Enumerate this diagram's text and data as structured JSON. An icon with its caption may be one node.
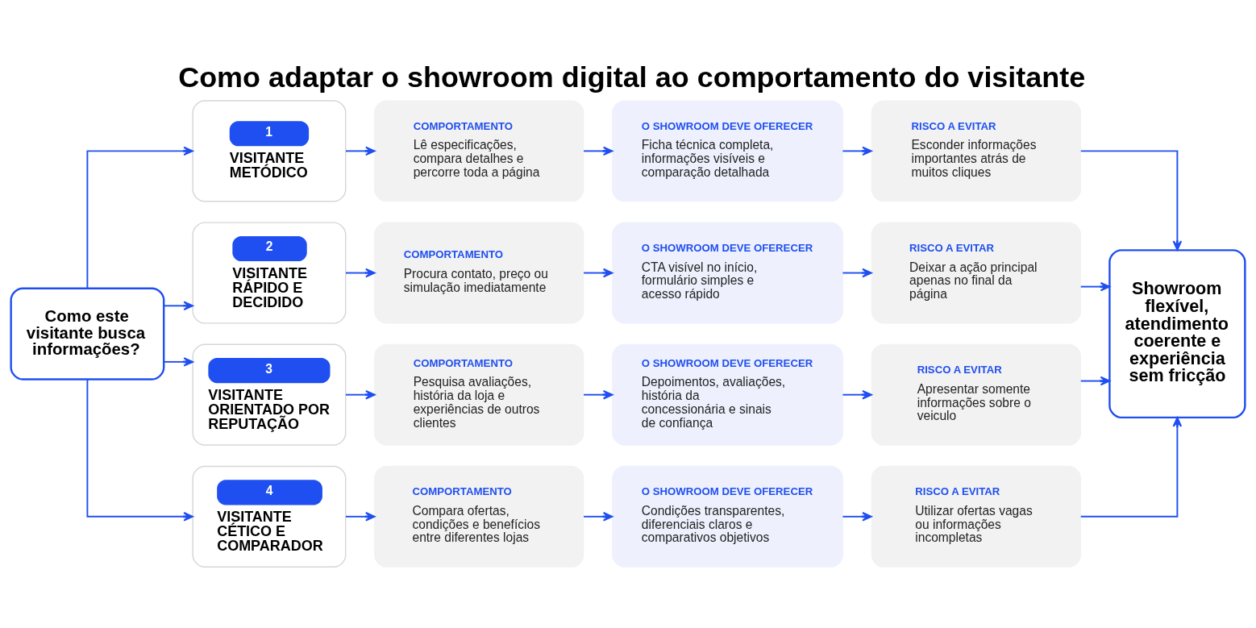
{
  "diagram": {
    "title": "Como adaptar o showroom digital ao comportamento do visitante",
    "nodes": [
      {
        "text": [
          "Como este visitante busca informações?"
        ]
      },
      {
        "text": [
          "1",
          "VISITANTE METÓDICO"
        ]
      },
      {
        "text": [
          "COMPORTAMENTO",
          "Lê especificações, compara detalhes e percorre toda a página"
        ]
      },
      {
        "text": [
          "O SHOWROOM DEVE OFERECER",
          "Ficha técnica completa, informações visíveis e comparação detalhada"
        ]
      },
      {
        "text": [
          "RISCO A EVITAR",
          "Esconder informações importantes atrás de muitos cliques"
        ]
      },
      {
        "text": [
          "2",
          "VISITANTE RÁPIDO E DECIDIDO"
        ]
      },
      {
        "text": [
          "COMPORTAMENTO",
          "Procura contato, preço ou simulação imediatamente"
        ]
      },
      {
        "text": [
          "O SHOWROOM DEVE OFERECER",
          "CTA visível no início, formulário simples e acesso rápido"
        ]
      },
      {
        "text": [
          "RISCO A EVITAR",
          "Deixar a ação principal apenas no final da página"
        ]
      },
      {
        "text": [
          "3",
          "VISITANTE ORIENTADO POR REPUTAÇÃO"
        ]
      },
      {
        "text": [
          "COMPORTAMENTO",
          "Pesquisa avaliações, história da loja e experiências de outros clientes"
        ]
      },
      {
        "text": [
          "O SHOWROOM DEVE OFERECER",
          "Depoimentos, avaliações, história da concessionária e sinais de confiança"
        ]
      },
      {
        "text": [
          "RISCO A EVITAR",
          "Apresentar somente informações sobre o veiculo"
        ]
      },
      {
        "text": [
          "4",
          "VISITANTE CÉTICO E COMPARADOR"
        ]
      },
      {
        "text": [
          "COMPORTAMENTO",
          "Compara ofertas, condições e benefícios entre diferentes lojas"
        ]
      },
      {
        "text": [
          "O SHOWROOM DEVE OFERECER",
          "Condições transparentes, diferenciais claros e comparativos objetivos"
        ]
      },
      {
        "text": [
          "RISCO A EVITAR",
          "Utilizar ofertas vagas ou informações incompletas"
        ]
      },
      {
        "text": [
          "Showroom flexível, atendimento coerente e experiência sem fricção"
        ]
      }
    ],
    "edges": [
      {
        "from": 0,
        "to": 1,
        "arrow": "to"
      },
      {
        "from": 0,
        "to": 5,
        "arrow": "to"
      },
      {
        "from": 0,
        "to": 9,
        "arrow": "to"
      },
      {
        "from": 0,
        "to": 13,
        "arrow": "to"
      },
      {
        "from": 1,
        "to": 2,
        "arrow": "to"
      },
      {
        "from": 2,
        "to": 3,
        "arrow": "to"
      },
      {
        "from": 3,
        "to": 4,
        "arrow": "to"
      },
      {
        "from": 4,
        "to": 17,
        "arrow": "to"
      },
      {
        "from": 5,
        "to": 6,
        "arrow": "to"
      },
      {
        "from": 6,
        "to": 7,
        "arrow": "to"
      },
      {
        "from": 7,
        "to": 8,
        "arrow": "to"
      },
      {
        "from": 8,
        "to": 17,
        "arrow": "to"
      },
      {
        "from": 9,
        "to": 10,
        "arrow": "to"
      },
      {
        "from": 10,
        "to": 11,
        "arrow": "to"
      },
      {
        "from": 11,
        "to": 12,
        "arrow": "to"
      },
      {
        "from": 12,
        "to": 17,
        "arrow": "to"
      },
      {
        "from": 13,
        "to": 14,
        "arrow": "to"
      },
      {
        "from": 14,
        "to": 15,
        "arrow": "to"
      },
      {
        "from": 15,
        "to": 16,
        "arrow": "to"
      },
      {
        "from": 16,
        "to": 17,
        "arrow": "to"
      }
    ]
  }
}
